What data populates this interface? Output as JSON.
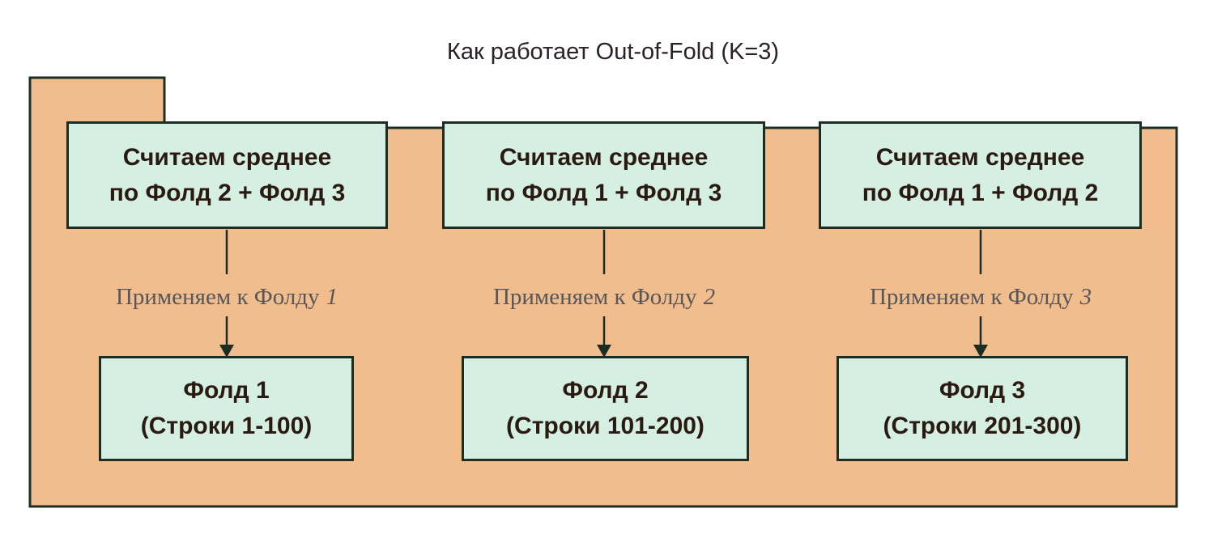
{
  "title": "Как работает Out-of-Fold (K=3)",
  "colors": {
    "background": "#FFFFFF",
    "folder_fill": "#F2BD8D",
    "box_fill": "#D5EFE2",
    "border": "#1C2E23",
    "box_text": "#2B1A12",
    "label_text": "#55575C",
    "title_text": "#2B2128"
  },
  "columns": [
    {
      "top_line1": "Считаем среднее",
      "top_line2": "по Фолд 2 + Фолд 3",
      "arrow_label": "Применяем к Фолду",
      "arrow_label_num": "1",
      "bottom_line1": "Фолд 1",
      "bottom_line2": "(Строки 1-100)"
    },
    {
      "top_line1": "Считаем среднее",
      "top_line2": "по Фолд 1 + Фолд 3",
      "arrow_label": "Применяем к Фолду",
      "arrow_label_num": "2",
      "bottom_line1": "Фолд 2",
      "bottom_line2": "(Строки 101-200)"
    },
    {
      "top_line1": "Считаем среднее",
      "top_line2": "по Фолд 1 + Фолд 2",
      "arrow_label": "Применяем к Фолду",
      "arrow_label_num": "3",
      "bottom_line1": "Фолд 3",
      "bottom_line2": "(Строки 201-300)"
    }
  ]
}
